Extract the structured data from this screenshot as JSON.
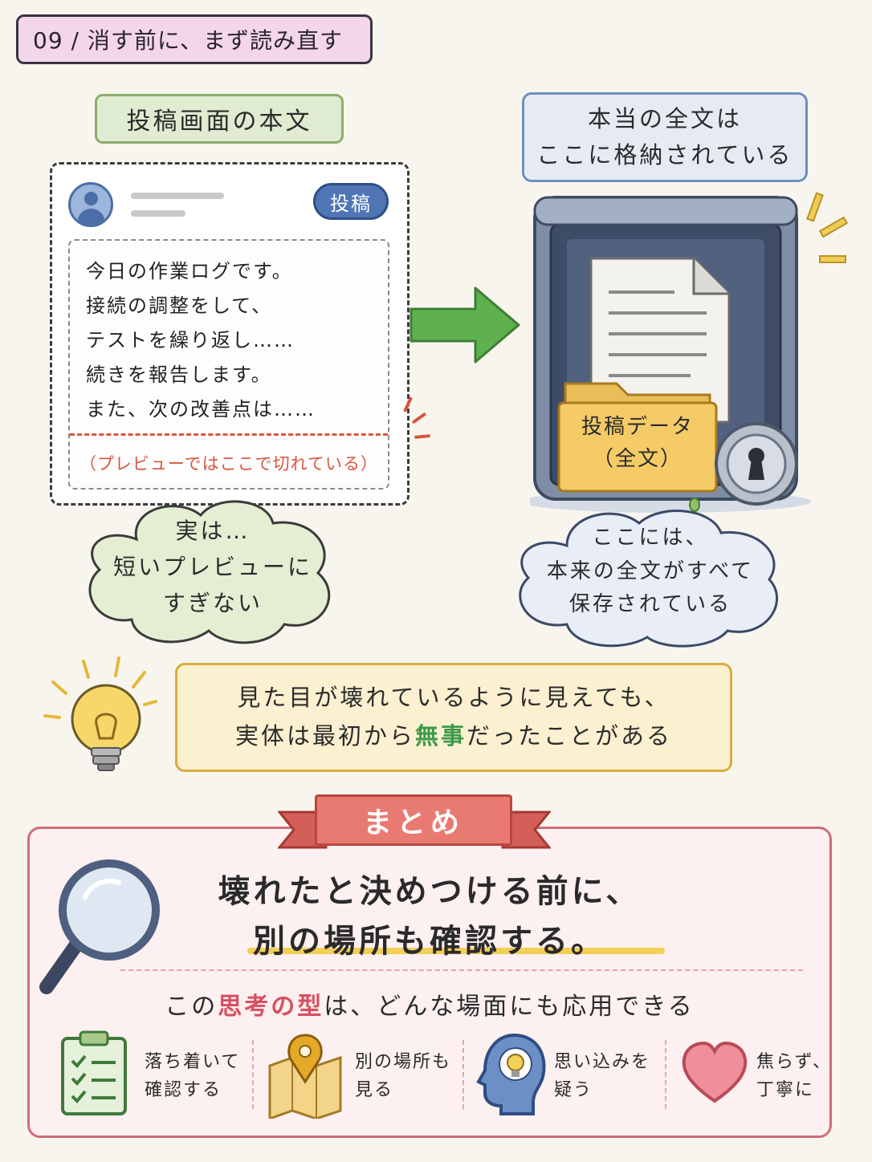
{
  "header": {
    "title": "09 / 消す前に、まず読み直す"
  },
  "left_panel": {
    "label": "投稿画面の本文",
    "post_button": "投稿",
    "lines": [
      "今日の作業ログです。",
      "接続の調整をして、",
      "テストを繰り返し……",
      "続きを報告します。",
      "また、次の改善点は……"
    ],
    "cut_note": "（プレビューではここで切れている）",
    "cloud_lines": [
      "実は…",
      "短いプレビューに",
      "すぎない"
    ]
  },
  "right_panel": {
    "label_lines": [
      "本当の全文は",
      "ここに格納されている"
    ],
    "folder_lines": [
      "投稿データ",
      "（全文）"
    ],
    "cloud_lines": [
      "ここには、",
      "本来の全文がすべて",
      "保存されている"
    ]
  },
  "tip": {
    "line1": "見た目が壊れているように見えても、",
    "line2_pre": "実体は最初から",
    "line2_accent": "無事",
    "line2_post": "だったことがある"
  },
  "summary": {
    "ribbon": "まとめ",
    "line1": "壊れたと決めつける前に、",
    "line2": "別の場所も確認する。",
    "sub_pre": "この",
    "sub_accent": "思考の型",
    "sub_post": "は、どんな場面にも応用できる",
    "items": [
      {
        "icon": "clipboard-checklist-icon",
        "lines": [
          "落ち着いて",
          "確認する"
        ]
      },
      {
        "icon": "map-pin-icon",
        "lines": [
          "別の場所も",
          "見る"
        ]
      },
      {
        "icon": "head-lightbulb-icon",
        "lines": [
          "思い込みを",
          "疑う"
        ]
      },
      {
        "icon": "heart-icon",
        "lines": [
          "焦らず、",
          "丁寧に"
        ]
      }
    ]
  },
  "colors": {
    "green": "#8cae6c",
    "blue": "#6e8fc0",
    "red": "#d9553f",
    "yellow": "#d8ad3e",
    "pink": "#d06c7a"
  }
}
